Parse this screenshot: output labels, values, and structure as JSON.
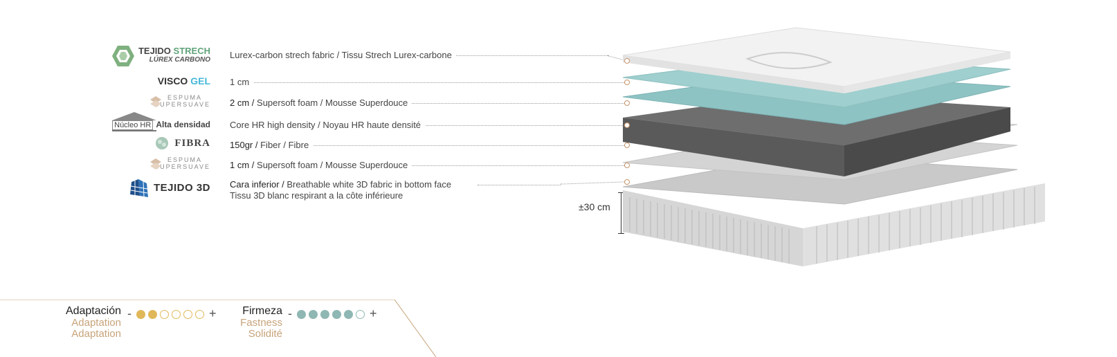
{
  "layers": [
    {
      "brand_a": "TEJIDO",
      "brand_b": "STRECH",
      "brand_sub": "LÚREX CARBONO",
      "desc_a": "",
      "desc_b": "Lurex-carbon strech fabric / Tissu Strech Lurex-carbone"
    },
    {
      "brand_a": "VISCO",
      "brand_b": "GEL",
      "desc_a": "",
      "desc_b": "1 cm"
    },
    {
      "brand_a": "ESPUMA",
      "brand_b": "SUPERSUAVE",
      "desc_a": "2 cm /",
      "desc_b": "Supersoft foam / Mousse Superdouce"
    },
    {
      "brand_a": "Núcleo HR",
      "brand_b": "Alta densidad",
      "desc_a": "",
      "desc_b": "Core HR high density / Noyau HR haute densité"
    },
    {
      "brand_a": "FIBRA",
      "desc_a": "150gr /",
      "desc_b": "Fiber / Fibre"
    },
    {
      "brand_a": "ESPUMA",
      "brand_b": "SUPERSUAVE",
      "desc_a": "1 cm /",
      "desc_b": "Supersoft foam / Mousse Superdouce"
    },
    {
      "brand_a": "TEJIDO 3D",
      "desc_a": "Cara inferior /",
      "desc_b": "Breathable white 3D fabric in bottom face",
      "desc_c": "Tissu 3D blanc respirant a la côte inférieure"
    }
  ],
  "height_label": "±30 cm",
  "adaptation": {
    "title": "Adaptación",
    "sub1": "Adaptation",
    "sub2": "Adaptation",
    "minus": "-",
    "plus": "+",
    "filled": 2,
    "total": 6,
    "color": "#e0b85a"
  },
  "firmness": {
    "title": "Firmeza",
    "sub1": "Fastness",
    "sub2": "Solidité",
    "minus": "-",
    "plus": "+",
    "filled": 5,
    "total": 6,
    "color": "#8fb7b3"
  },
  "colors": {
    "sub_text": "#c7a37a",
    "accent_tip": "#c8956a"
  }
}
